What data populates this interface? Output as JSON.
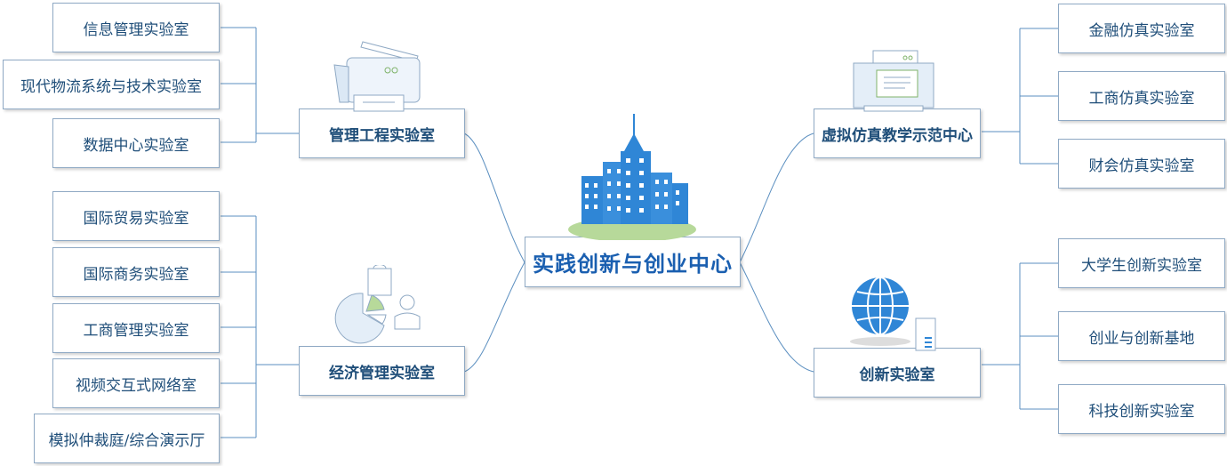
{
  "center": {
    "label": "实践创新与创业中心"
  },
  "groups": {
    "mgmt_eng": {
      "label": "管理工程实验室",
      "children": [
        "信息管理实验室",
        "现代物流系统与技术实验室",
        "数据中心实验室"
      ]
    },
    "econ_mgmt": {
      "label": "经济管理实验室",
      "children": [
        "国际贸易实验室",
        "国际商务实验室",
        "工商管理实验室",
        "视频交互式网络室",
        "模拟仲裁庭/综合演示厅"
      ]
    },
    "virtual_sim": {
      "label": "虚拟仿真教学示范中心",
      "children": [
        "金融仿真实验室",
        "工商仿真实验室",
        "财会仿真实验室"
      ]
    },
    "innovation": {
      "label": "创新实验室",
      "children": [
        "大学生创新实验室",
        "创业与创新基地",
        "科技创新实验室"
      ]
    }
  },
  "colors": {
    "line": "#5b8fc0",
    "box_border": "#8fa9c4",
    "text": "#1f4e79",
    "building": "#2f86d6",
    "grass": "#b7d99a"
  }
}
